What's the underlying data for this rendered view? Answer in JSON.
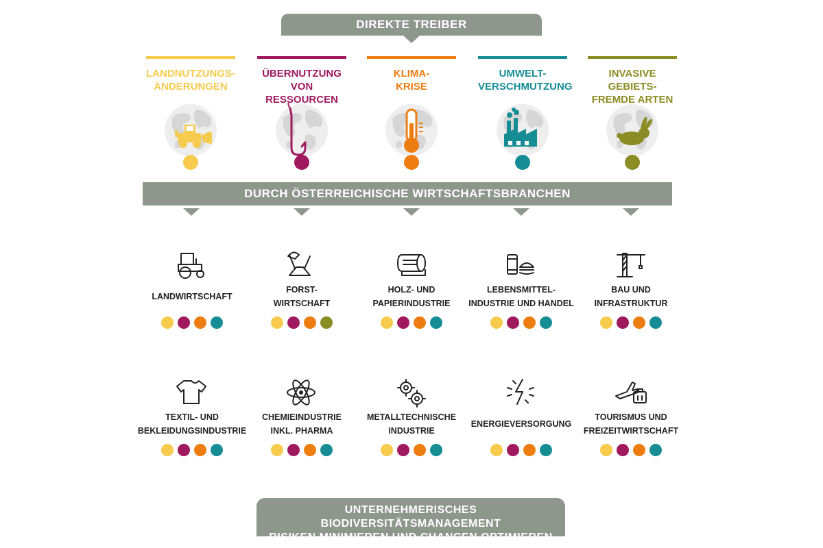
{
  "header": {
    "title": "DIREKTE TREIBER BIODIVERSITÄTSVERLUST"
  },
  "colors": {
    "yellow": "#f7cb4d",
    "magenta": "#a0195f",
    "orange": "#ee7d11",
    "teal": "#168d95",
    "olive": "#8b8c24",
    "gray": "#8d978c"
  },
  "drivers": [
    {
      "line1": "LANDNUTZUNGS-",
      "line2": "ÄNDERUNGEN",
      "color": "#f7cb4d",
      "icon": "bulldozer-icon"
    },
    {
      "line1": "ÜBERNUTZUNG",
      "line2": "VON RESSOURCEN",
      "color": "#a0195f",
      "icon": "fishhook-icon"
    },
    {
      "line1": "KLIMA-",
      "line2": "KRISE",
      "color": "#ee7d11",
      "icon": "thermometer-icon"
    },
    {
      "line1": "UMWELT-",
      "line2": "VERSCHMUTZUNG",
      "color": "#168d95",
      "icon": "factory-icon"
    },
    {
      "line1": "INVASIVE GEBIETS-",
      "line2": "FREMDE ARTEN",
      "color": "#8b8c24",
      "icon": "rabbit-icon"
    }
  ],
  "middle": {
    "title": "DURCH ÖSTERREICHISCHE WIRTSCHAFTSBRANCHEN"
  },
  "sectors": [
    {
      "line1": "LANDWIRTSCHAFT",
      "line2": "",
      "icon": "tractor-icon",
      "dots": [
        "#f7cb4d",
        "#a0195f",
        "#ee7d11",
        "#168d95"
      ]
    },
    {
      "line1": "FORST-",
      "line2": "WIRTSCHAFT",
      "icon": "axe-stump-icon",
      "dots": [
        "#f7cb4d",
        "#a0195f",
        "#ee7d11",
        "#8b8c24"
      ]
    },
    {
      "line1": "HOLZ- UND",
      "line2": "PAPIERINDUSTRIE",
      "icon": "paper-roll-icon",
      "dots": [
        "#f7cb4d",
        "#a0195f",
        "#ee7d11",
        "#168d95"
      ]
    },
    {
      "line1": "LEBENSMITTEL-",
      "line2": "INDUSTRIE UND HANDEL",
      "icon": "can-burger-icon",
      "dots": [
        "#f7cb4d",
        "#a0195f",
        "#ee7d11",
        "#168d95"
      ]
    },
    {
      "line1": "BAU UND",
      "line2": "INFRASTRUKTUR",
      "icon": "crane-icon",
      "dots": [
        "#f7cb4d",
        "#a0195f",
        "#ee7d11",
        "#168d95"
      ]
    },
    {
      "line1": "TEXTIL- UND",
      "line2": "BEKLEIDUNGSINDUSTRIE",
      "icon": "tshirt-icon",
      "dots": [
        "#f7cb4d",
        "#a0195f",
        "#ee7d11",
        "#168d95"
      ]
    },
    {
      "line1": "CHEMIEINDUSTRIE",
      "line2": "INKL. PHARMA",
      "icon": "atom-icon",
      "dots": [
        "#f7cb4d",
        "#a0195f",
        "#ee7d11",
        "#168d95"
      ]
    },
    {
      "line1": "METALLTECHNISCHE",
      "line2": "INDUSTRIE",
      "icon": "gears-icon",
      "dots": [
        "#f7cb4d",
        "#a0195f",
        "#ee7d11",
        "#168d95"
      ]
    },
    {
      "line1": "ENERGIEVERSORGUNG",
      "line2": "",
      "icon": "lightning-icon",
      "dots": [
        "#f7cb4d",
        "#a0195f",
        "#ee7d11",
        "#168d95"
      ]
    },
    {
      "line1": "TOURISMUS UND",
      "line2": "FREIZEITWIRTSCHAFT",
      "icon": "plane-suitcase-icon",
      "dots": [
        "#f7cb4d",
        "#a0195f",
        "#ee7d11",
        "#168d95"
      ]
    }
  ],
  "footer": {
    "line1": "UNTERNEHMERISCHES BIODIVERSITÄTSMANAGEMENT",
    "line2": "RISIKEN MINIMIEREN UND CHANCEN OPTIMIEREN"
  }
}
